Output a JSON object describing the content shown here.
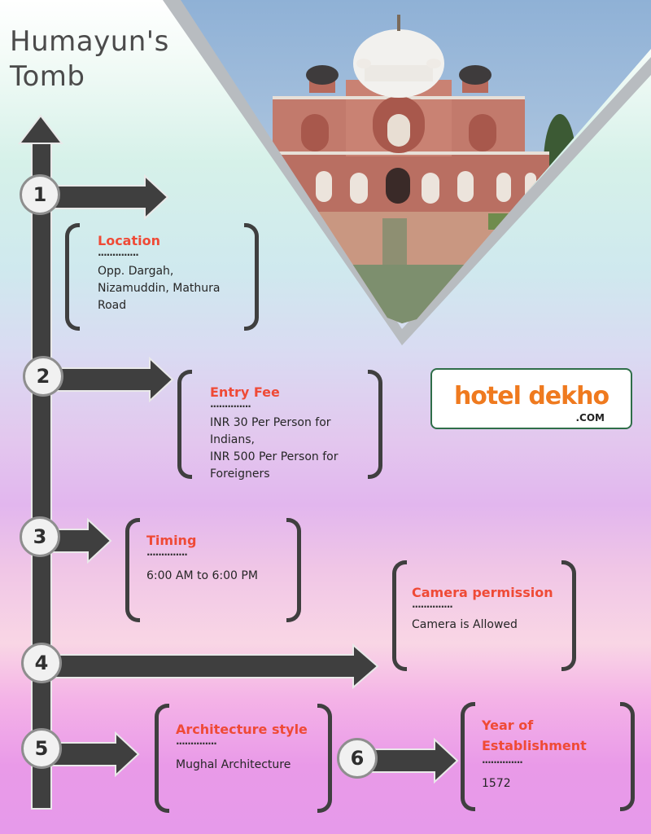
{
  "title": "Humayun's\nTomb",
  "photo_caption": "",
  "logo": {
    "name": "hotel dekho",
    "domain": ".COM",
    "brand_color": "#ef7a1f"
  },
  "steps": [
    {
      "num": "1",
      "heading": "Location",
      "dots": "..............",
      "body": "Opp. Dargah,\nNizamuddin, Mathura\nRoad"
    },
    {
      "num": "2",
      "heading": "Entry Fee",
      "dots": "..............",
      "body": "INR 30 Per Person for\nIndians,\nINR 500 Per Person for\nForeigners"
    },
    {
      "num": "3",
      "heading": "Timing",
      "dots": "..............",
      "body": "6:00 AM to 6:00 PM"
    },
    {
      "num": "4",
      "heading": "Camera permission",
      "dots": "..............",
      "body": "Camera is Allowed"
    },
    {
      "num": "5",
      "heading": "Architecture style",
      "dots": "..............",
      "body": "Mughal Architecture"
    },
    {
      "num": "6",
      "heading": "Year of\nEstablishment",
      "dots": "..............",
      "body": "1572"
    }
  ],
  "colors": {
    "heading": "#ef4a36",
    "timeline": "#3f3f3f",
    "accent_border": "#2f6e49"
  }
}
